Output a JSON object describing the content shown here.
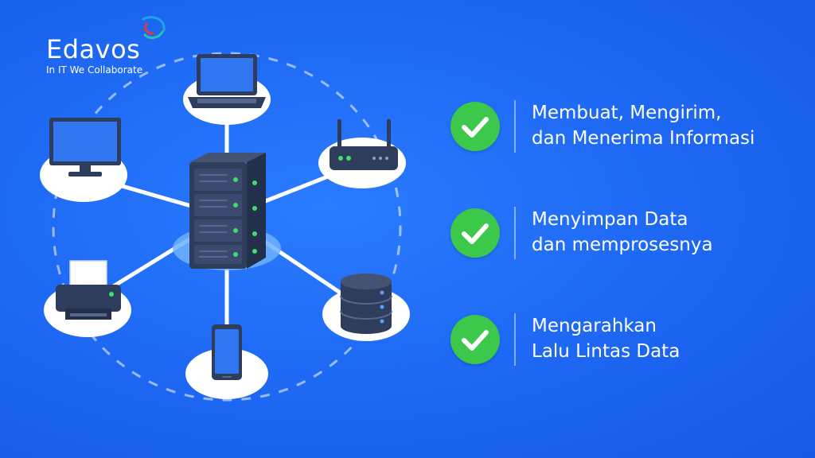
{
  "brand": {
    "name": "Edavos",
    "tagline": "In IT We Collaborate"
  },
  "diagram": {
    "center": "server-rack-icon",
    "devices": [
      "laptop-icon",
      "router-icon",
      "database-icon",
      "smartphone-icon",
      "printer-icon",
      "monitor-icon"
    ]
  },
  "features": [
    {
      "line1": "Membuat, Mengirim,",
      "line2": "dan Menerima Informasi"
    },
    {
      "line1": "Menyimpan Data",
      "line2": "dan memprosesnya"
    },
    {
      "line1": "Mengarahkan",
      "line2": "Lalu Lintas Data"
    }
  ],
  "colors": {
    "background": "#1f6af5",
    "check": "#3cc84a",
    "node": "#ffffff",
    "device_dark": "#2f3d5c",
    "device_screen": "#2f76f0",
    "led": "#3ee06a"
  }
}
